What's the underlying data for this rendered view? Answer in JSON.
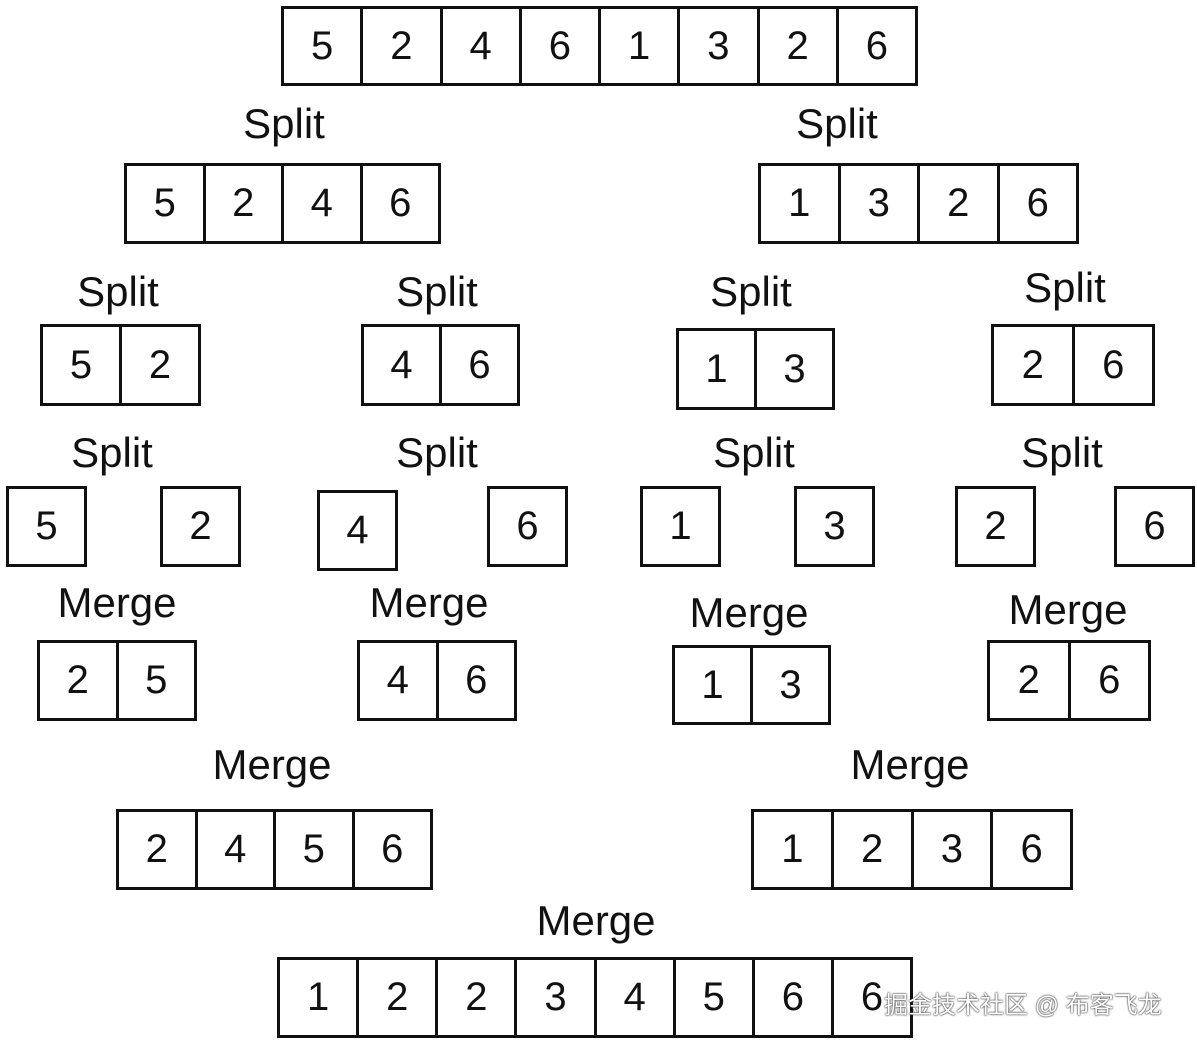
{
  "arrays": {
    "input": [
      5,
      2,
      4,
      6,
      1,
      3,
      2,
      6
    ],
    "split1_left": [
      5,
      2,
      4,
      6
    ],
    "split1_right": [
      1,
      3,
      2,
      6
    ],
    "split2_a": [
      5,
      2
    ],
    "split2_b": [
      4,
      6
    ],
    "split2_c": [
      1,
      3
    ],
    "split2_d": [
      2,
      6
    ],
    "single_1": [
      5
    ],
    "single_2": [
      2
    ],
    "single_3": [
      4
    ],
    "single_4": [
      6
    ],
    "single_5": [
      1
    ],
    "single_6": [
      3
    ],
    "single_7": [
      2
    ],
    "single_8": [
      6
    ],
    "merge1_a": [
      2,
      5
    ],
    "merge1_b": [
      4,
      6
    ],
    "merge1_c": [
      1,
      3
    ],
    "merge1_d": [
      2,
      6
    ],
    "merge2_left": [
      2,
      4,
      5,
      6
    ],
    "merge2_right": [
      1,
      2,
      3,
      6
    ],
    "output": [
      1,
      2,
      2,
      3,
      4,
      5,
      6,
      6
    ]
  },
  "labels": {
    "split": "Split",
    "merge": "Merge"
  },
  "watermark": "掘金技术社区 @ 布客飞龙"
}
